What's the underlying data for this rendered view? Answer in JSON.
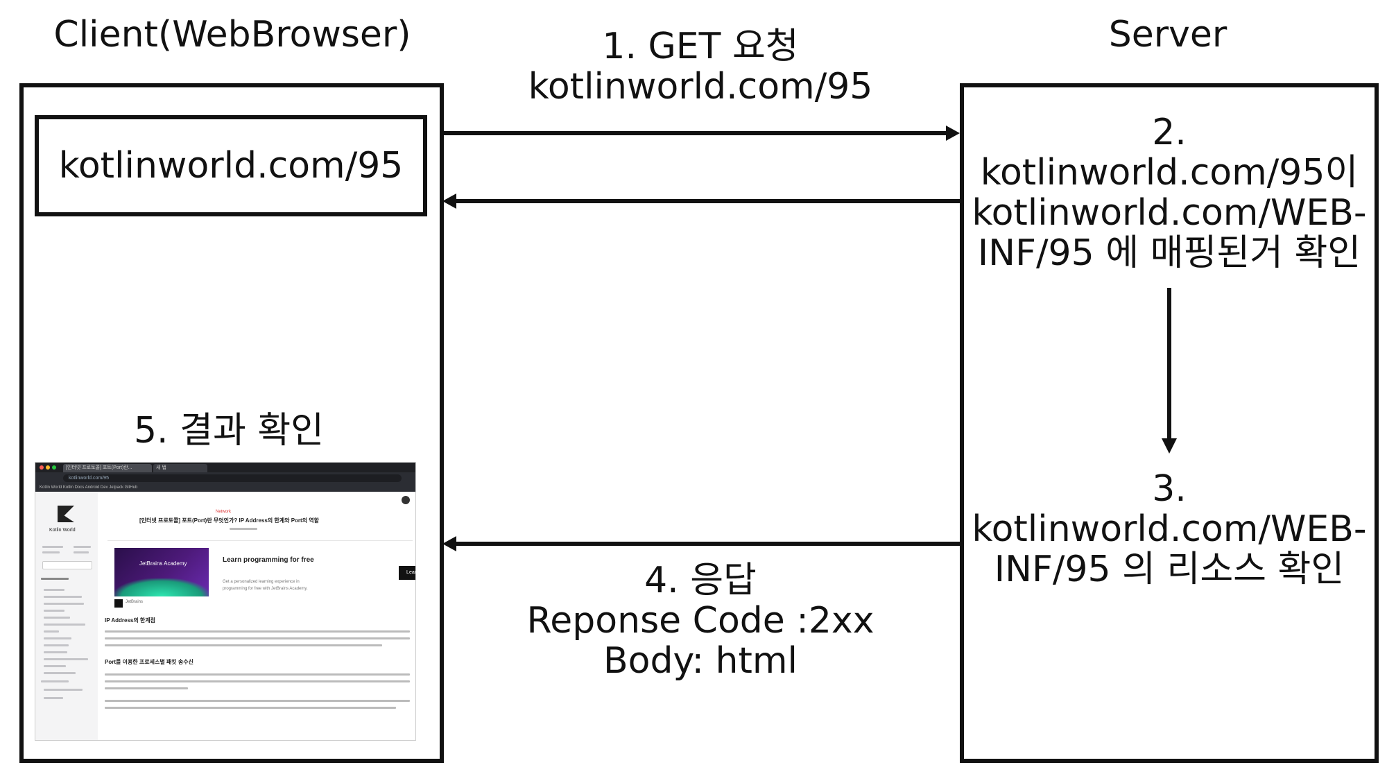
{
  "client": {
    "title": "Client(WebBrowser)",
    "url_box": "kotlinworld.com/95",
    "result_label": "5. 결과 확인"
  },
  "server": {
    "title": "Server",
    "step2": [
      "2.",
      "kotlinworld.com/95이",
      "kotlinworld.com/WEB-",
      "INF/95 에 매핑된거 확인"
    ],
    "step3": [
      "3.",
      "kotlinworld.com/WEB-",
      "INF/95 의 리소스 확인"
    ]
  },
  "request": [
    "1. GET 요청",
    "kotlinworld.com/95"
  ],
  "response": [
    "4. 응답",
    "Reponse Code :2xx",
    "Body: html"
  ],
  "screenshot": {
    "tabs": [
      "[인터넷 프로토콜] 포트(Port)란...",
      "새 탭"
    ],
    "url": "kotlinworld.com/95",
    "bookmarks": "Kotlin World   Kotlin Docs   Android Dev   Jetpack   GitHub",
    "brand": "Kotlin World",
    "post_category": "Network",
    "post_title": "[인터넷 프로토콜] 포트(Port)란 무엇인가? IP Address의 한계와 Port의 역할",
    "ad_brand": "JetBrains Academy",
    "ad_title": "Learn programming for free",
    "ad_desc_1": "Get a personalized learning experience in",
    "ad_desc_2": "programming for free with JetBrains Academy.",
    "ad_button": "Learn",
    "ad_source": "JetBrains",
    "section_1": "IP Address의 한계점",
    "section_2": "Port를 이용한 프로세스별 패킷 송수신"
  }
}
